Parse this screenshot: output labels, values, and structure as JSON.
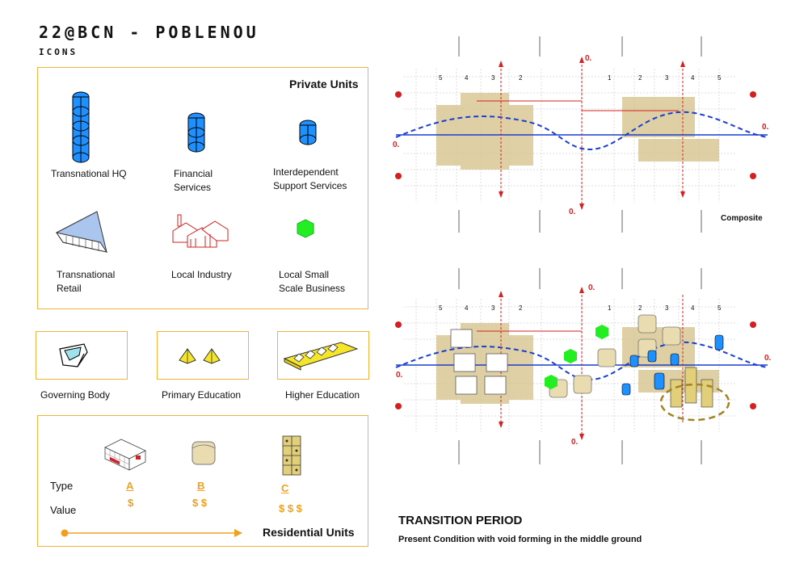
{
  "header": {
    "title": "22@BCN - POBLENOU",
    "subtitle": "ICONS"
  },
  "private_units": {
    "heading": "Private Units",
    "items": [
      {
        "label": "Transnational HQ"
      },
      {
        "label": "Financial\nServices"
      },
      {
        "label": "Interdependent\nSupport Services"
      },
      {
        "label": "Transnational\nRetail"
      },
      {
        "label": "Local Industry"
      },
      {
        "label": "Local Small\nScale Business"
      }
    ]
  },
  "public_units": [
    {
      "label": "Governing Body"
    },
    {
      "label": "Primary Education"
    },
    {
      "label": "Higher Education"
    }
  ],
  "residential": {
    "heading": "Residential Units",
    "type_label": "Type",
    "value_label": "Value",
    "types": [
      {
        "type": "A",
        "value": "$"
      },
      {
        "type": "B",
        "value": "$ $"
      },
      {
        "type": "C",
        "value": "$ $ $"
      }
    ]
  },
  "diagram_top": {
    "label": "Composite",
    "grid_numbers_left": [
      "5",
      "4",
      "3",
      "2"
    ],
    "grid_numbers_right": [
      "1",
      "2",
      "3",
      "4",
      "5"
    ],
    "zero_marks": [
      "0.",
      "0.",
      "0.",
      "0."
    ]
  },
  "diagram_bottom": {
    "grid_numbers_left": [
      "5",
      "4",
      "3",
      "2"
    ],
    "grid_numbers_right": [
      "1",
      "2",
      "3",
      "4",
      "5"
    ],
    "zero_marks": [
      "0.",
      "0.",
      "0.",
      "0."
    ]
  },
  "transition": {
    "title": "TRANSITION PERIOD",
    "subtitle": "Present Condition with void forming in the middle ground"
  },
  "colors": {
    "accent_orange": "#f0a020",
    "box_border": "#f0b43c",
    "red": "#d42020",
    "blue": "#1a3fd0",
    "tan": "#d8c48f",
    "hq_blue": "#1e90ff",
    "green": "#22ee22"
  }
}
